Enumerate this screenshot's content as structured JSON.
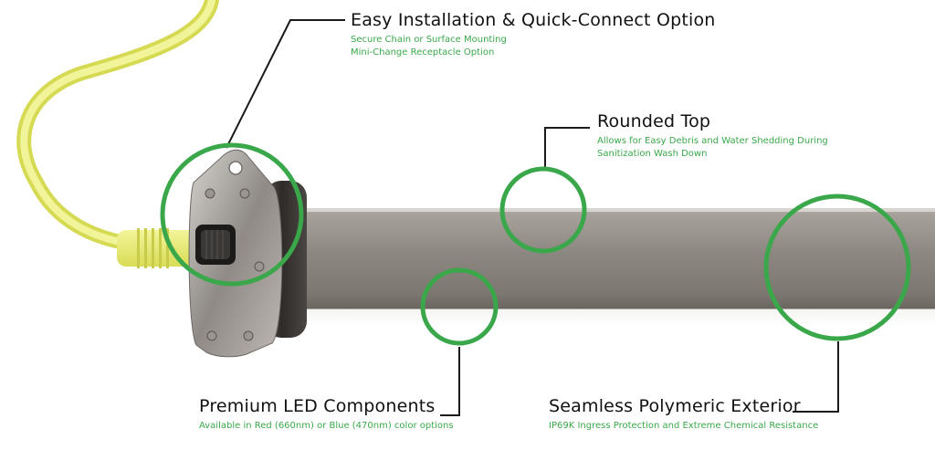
{
  "callouts": {
    "installation": {
      "title": "Easy Installation & Quick-Connect Option",
      "lines": [
        "Secure Chain or Surface Mounting",
        "Mini-Change Receptacle Option"
      ]
    },
    "rounded_top": {
      "title": "Rounded Top",
      "lines": [
        "Allows for Easy Debris and Water Shedding During",
        "Sanitization Wash Down"
      ]
    },
    "led": {
      "title": "Premium LED Components",
      "lines": [
        "Available in Red (660nm) or Blue (470nm) color options"
      ]
    },
    "exterior": {
      "title": "Seamless Polymeric Exterior",
      "lines": [
        "IP69K Ingress Protection and Extreme Chemical Resistance"
      ]
    }
  },
  "colors": {
    "highlight_ring": "#3aa84a",
    "subtext": "#3aa84a",
    "cable": "#e9ec73",
    "housing": "#8b8580"
  }
}
